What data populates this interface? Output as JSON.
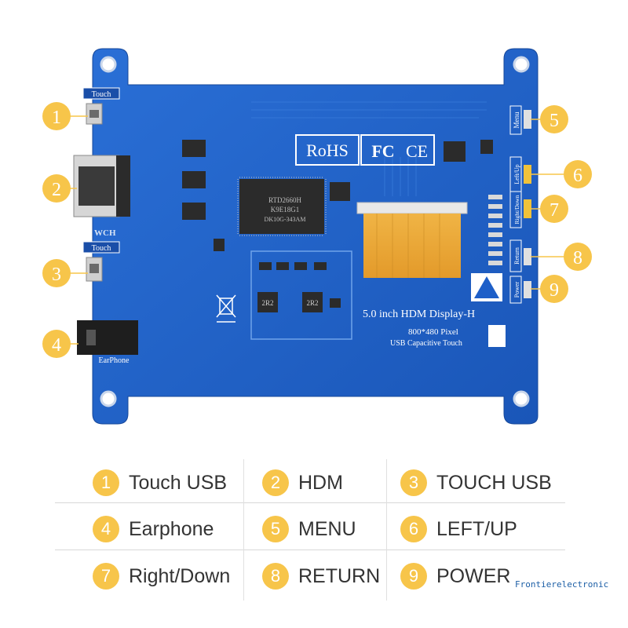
{
  "board": {
    "rohs": "RoHS",
    "fc": "FC",
    "ce": "CE",
    "title": "5.0 inch HDM Display-H",
    "resolution": "800*480 Pixel",
    "touch_type": "USB Capacitive Touch",
    "touch_label_top": "Touch",
    "touch_label_mid": "Touch",
    "earphone_label": "EarPhone",
    "wch_logo": "WCH",
    "btn_menu": "Menu",
    "btn_leftup": "Left/Up",
    "btn_rightdown": "Right/Down",
    "btn_return": "Return",
    "btn_power": "Power",
    "chip_text_1": "RTD2660H",
    "chip_text_2": "K9E18G1",
    "chip_text_3": "DK10G-343AM",
    "inductor_1": "2R2",
    "inductor_2": "2R2"
  },
  "callouts": [
    "1",
    "2",
    "3",
    "4",
    "5",
    "6",
    "7",
    "8",
    "9"
  ],
  "legend": [
    {
      "num": "1",
      "label": "Touch USB"
    },
    {
      "num": "2",
      "label": "HDM"
    },
    {
      "num": "3",
      "label": "TOUCH USB"
    },
    {
      "num": "4",
      "label": "Earphone"
    },
    {
      "num": "5",
      "label": "MENU"
    },
    {
      "num": "6",
      "label": "LEFT/UP"
    },
    {
      "num": "7",
      "label": "Right/Down"
    },
    {
      "num": "8",
      "label": "RETURN"
    },
    {
      "num": "9",
      "label": "POWER"
    }
  ],
  "watermark": "Frontierelectronic",
  "colors": {
    "pcb": "#1e5fc8",
    "badge": "#f7c54a",
    "fpc": "#e8a838",
    "silkscreen": "#ffffff"
  }
}
